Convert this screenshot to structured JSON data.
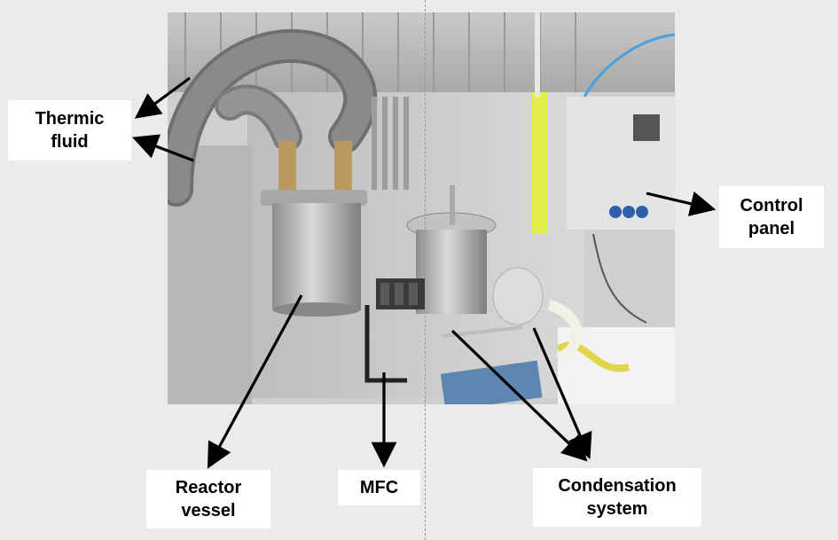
{
  "labels": {
    "thermic_fluid": [
      "Thermic",
      "fluid"
    ],
    "control_panel": [
      "Control",
      "panel"
    ],
    "reactor_vessel": [
      "Reactor",
      "vessel"
    ],
    "mfc": [
      "MFC"
    ],
    "condensation_system": [
      "Condensation",
      "system"
    ]
  },
  "colors": {
    "background": "#ebebeb",
    "label_box": "#ffffff",
    "arrow": "#000000",
    "fluid_tube": "#f2f55a"
  }
}
